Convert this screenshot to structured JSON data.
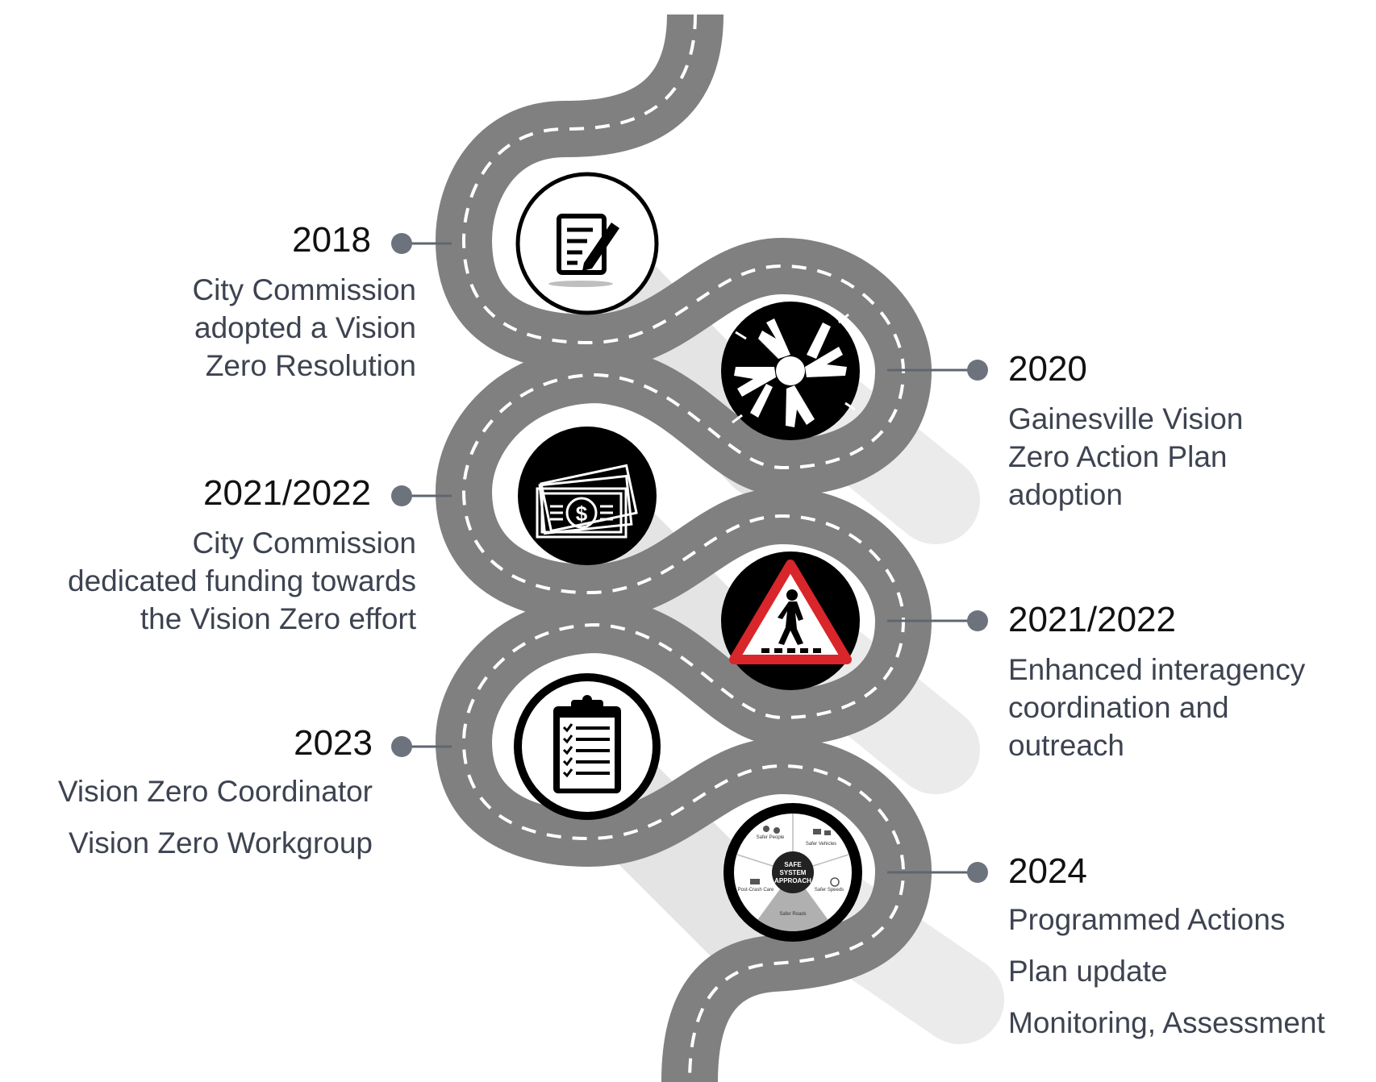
{
  "colors": {
    "road": "#808080",
    "road_dark": "#5e5e5e",
    "dash": "#ffffff",
    "connector": "#5f6670",
    "node": "#6d737d",
    "year_text": "#111111",
    "desc_text": "#3d4350",
    "icon_dark": "#000000",
    "warning_red": "#d8262b"
  },
  "milestones": [
    {
      "side": "left",
      "year": "2018",
      "lines": [
        "City Commission",
        "adopted a Vision",
        "Zero Resolution"
      ],
      "icon": "document-edit-icon"
    },
    {
      "side": "right",
      "year": "2020",
      "lines": [
        "Gainesville Vision",
        "Zero Action Plan",
        "adoption"
      ],
      "icon": "hands-together-icon"
    },
    {
      "side": "left",
      "year": "2021/2022",
      "lines": [
        "City Commission",
        "dedicated funding towards",
        "the Vision Zero effort"
      ],
      "icon": "dollar-bills-icon"
    },
    {
      "side": "right",
      "year": "2021/2022",
      "lines": [
        "Enhanced interagency",
        "coordination and",
        "outreach"
      ],
      "icon": "pedestrian-crossing-sign-icon"
    },
    {
      "side": "left",
      "year": "2023",
      "items": [
        "Vision Zero Coordinator",
        "Vision Zero Workgroup"
      ],
      "icon": "clipboard-checklist-icon"
    },
    {
      "side": "right",
      "year": "2024",
      "items": [
        "Programmed Actions",
        "Plan update",
        "Monitoring, Assessment"
      ],
      "icon": "safe-system-approach-wheel-icon",
      "wheel": {
        "center_lines": [
          "SAFE",
          "SYSTEM",
          "APPROACH"
        ],
        "segments": [
          "Safer People",
          "Safer Vehicles",
          "Safer Speeds",
          "Safer Roads",
          "Post-Crash Care"
        ]
      }
    }
  ]
}
